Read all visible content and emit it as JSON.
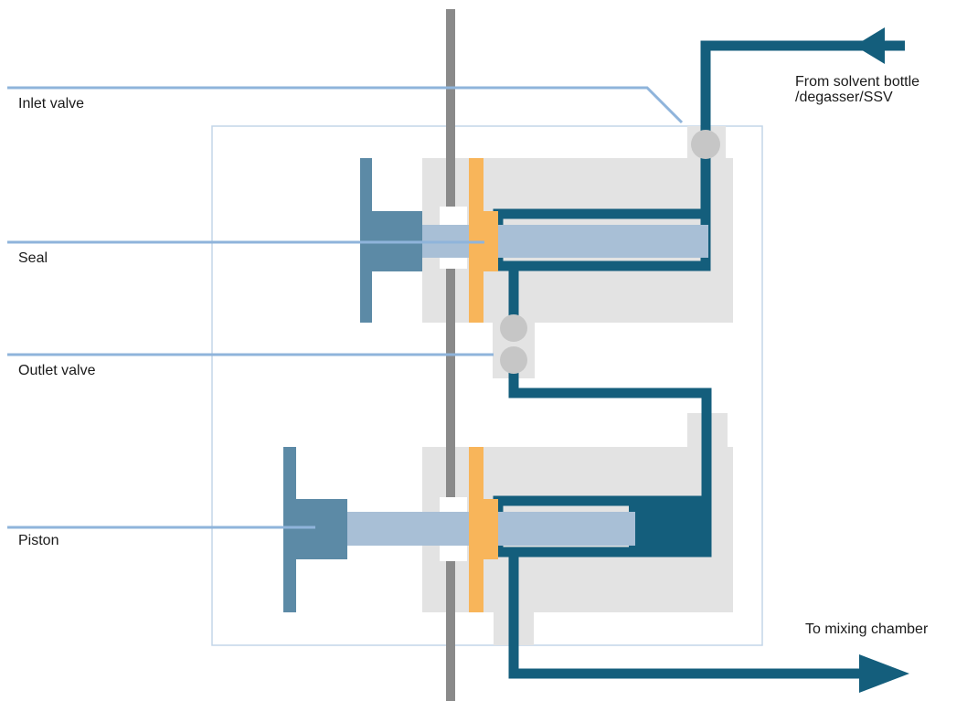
{
  "labels": {
    "inlet_valve": "Inlet valve",
    "seal": "Seal",
    "outlet_valve": "Outlet valve",
    "piston": "Piston",
    "from_source_line1": "From solvent bottle",
    "from_source_line2": "/degasser/SSV",
    "to_mixing": "To mixing chamber"
  },
  "colors": {
    "flow_path": "#145e7c",
    "piston_head": "#5c8aa6",
    "piston_rod": "#a8bfd6",
    "seal": "#f8b55a",
    "chamber_block": "#e3e3e3",
    "valve_ball": "#c6c6c6",
    "divider_rod": "#8a8a8a",
    "leader_line": "#8fb4db",
    "housing_outline": "#c3d6e8"
  }
}
